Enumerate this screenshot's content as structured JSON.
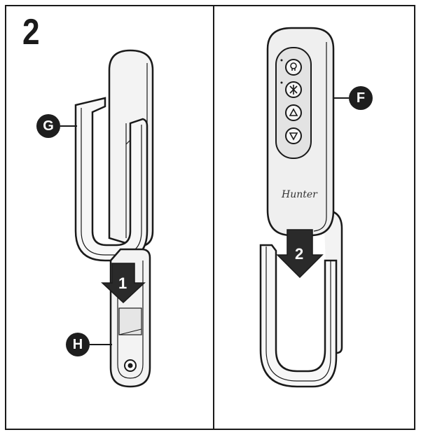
{
  "step": {
    "number": "2"
  },
  "callouts": {
    "g": "G",
    "h": "H",
    "f": "F"
  },
  "arrows": {
    "first": "1",
    "second": "2"
  },
  "remote": {
    "brand": "Hunter",
    "buttons": [
      "light-icon",
      "fan-icon",
      "up-arrow-icon",
      "down-arrow-icon"
    ]
  },
  "colors": {
    "line": "#1a1a1a",
    "fill_light": "#f2f2f2",
    "fill_mid": "#e3e3e3",
    "arrow_fill": "#2a2a2a",
    "callout_fill": "#1e1e1e"
  }
}
